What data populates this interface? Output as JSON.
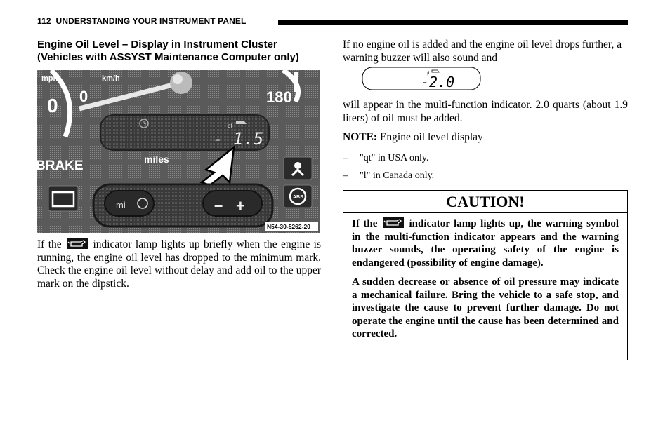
{
  "header": {
    "page_number": "112",
    "chapter": "UNDERSTANDING YOUR INSTRUMENT PANEL"
  },
  "section": {
    "title_line1": "Engine Oil Level – Display in Instrument Cluster",
    "title_line2": "(Vehicles with ASSYST Maintenance Computer only)"
  },
  "figure": {
    "speed_unit_mph": "mph",
    "speed_unit_kmh": "km/h",
    "gauge_zero": "0",
    "gauge_180": "180",
    "lcd_unit": "qt",
    "lcd_value": "- 1.5",
    "brake_label": "BRAKE",
    "odometer_unit": "miles",
    "button_left_mi": "mi",
    "button_right_minus": "–",
    "button_right_plus": "+",
    "abs_label": "ABS",
    "figure_code": "N54-30-5262-20"
  },
  "left_paragraph": {
    "before_icon": "If the",
    "after_icon": "indicator lamp lights up briefly when the engine is running, the engine oil level has dropped to the minimum mark. Check the engine oil level without delay and add oil to the upper mark on the dipstick."
  },
  "right": {
    "intro": "If no engine oil is added and the engine oil level drops further, a warning buzzer will also sound and",
    "lcd_unit": "qt",
    "lcd_value": "-2.0",
    "after_display": "will appear in the multi-function indicator. 2.0 quarts (about 1.9 liters) of oil must be added.",
    "note_label": "NOTE:",
    "note_text": "Engine oil level display",
    "list": [
      {
        "dash": "–",
        "text": "\"qt\" in USA only."
      },
      {
        "dash": "–",
        "text": "\"l\" in Canada only."
      }
    ]
  },
  "caution": {
    "heading": "CAUTION!",
    "p1_before_icon": "If the",
    "p1_after_icon": "indicator lamp lights up, the warning symbol in the multi-function indicator appears and the warning buzzer sounds, the operating safety of the engine is endangered (possibility of engine damage).",
    "p2": "A sudden decrease or absence of oil pressure may indicate a mechanical failure. Bring the vehicle to a safe stop, and investigate the cause to prevent further damage. Do not operate the engine until the cause has been determined and corrected."
  }
}
